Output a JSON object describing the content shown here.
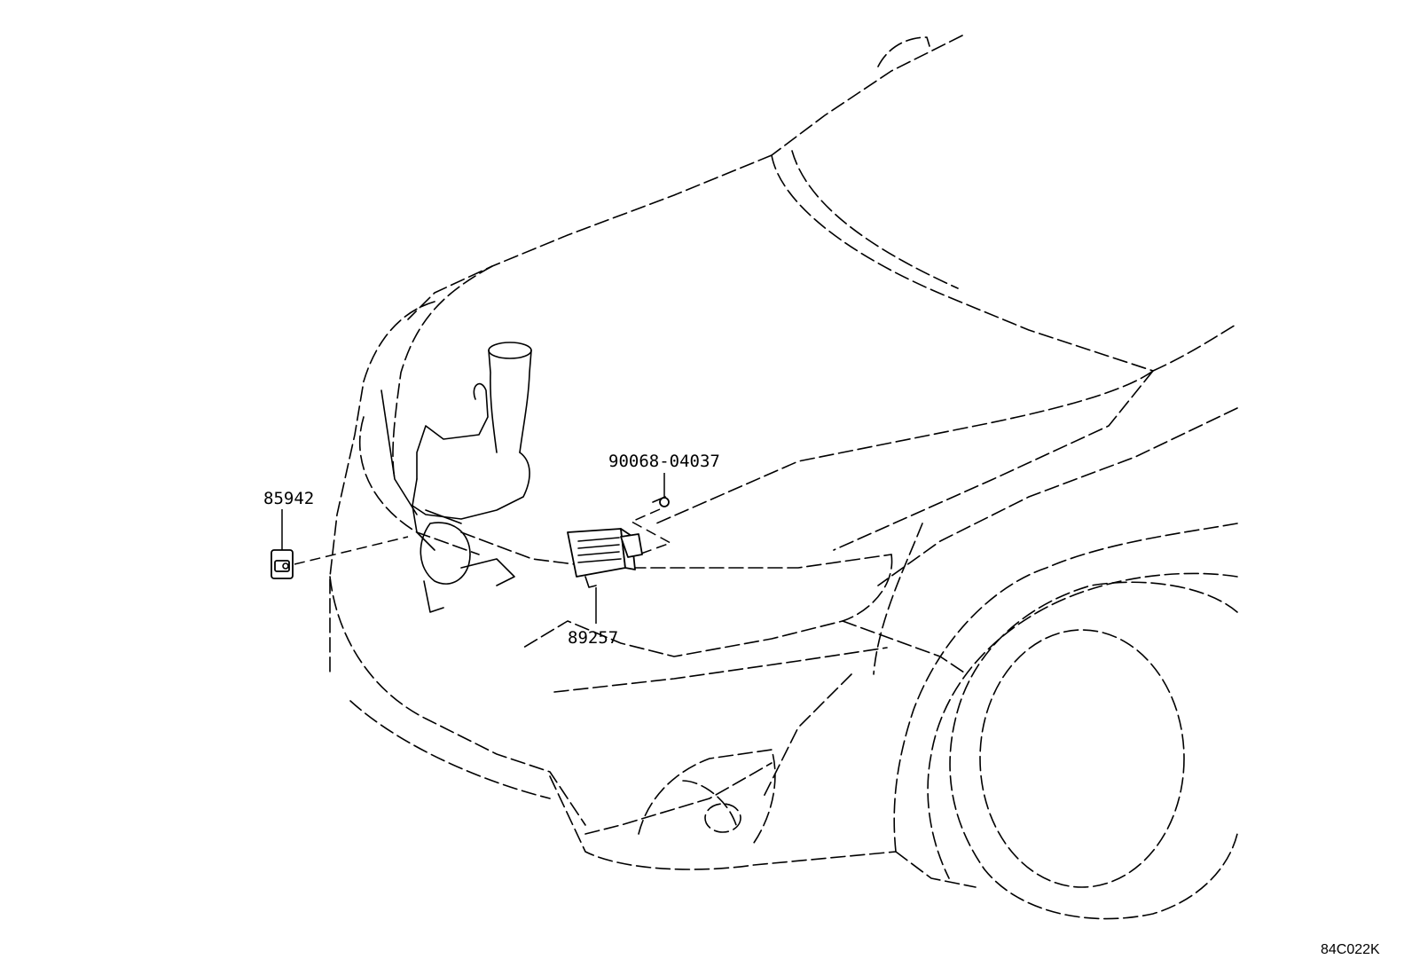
{
  "diagram": {
    "drawing_code": "84C022K",
    "callouts": {
      "sensor_85942": "85942",
      "bolt_90068": "90068-04037",
      "ecu_89257": "89257"
    }
  }
}
